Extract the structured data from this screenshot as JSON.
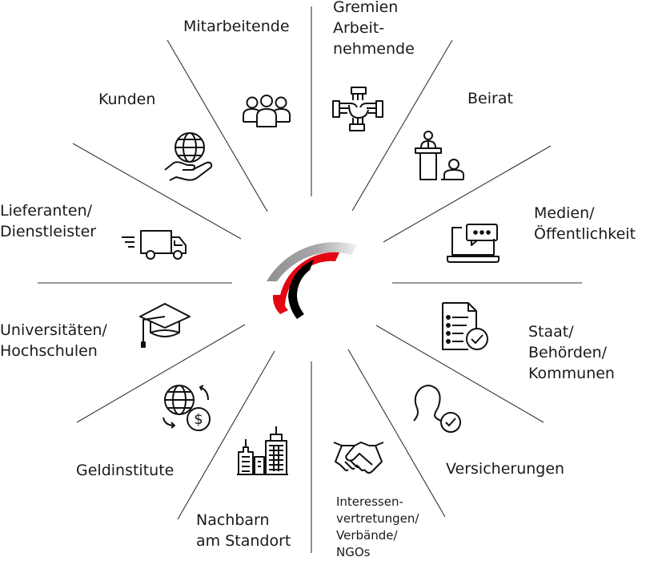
{
  "stakeholders": {
    "mitarbeitende": "Mitarbeitende",
    "gremien": "Gremien\nArbeit-\nnehmende",
    "beirat": "Beirat",
    "medien": "Medien/\nÖffentlichkeit",
    "staat": "Staat/\nBehörden/\nKommunen",
    "versicherungen": "Versicherungen",
    "interessen": "Interessen-\nvertretungen/\nVerbände/\nNGOs",
    "nachbarn": "Nachbarn\nam Standort",
    "geldinstitute": "Geldinstitute",
    "universitaeten": "Universitäten/\nHochschulen",
    "lieferanten": "Lieferanten/\nDienstleister",
    "kunden": "Kunden"
  },
  "icons": {
    "mitarbeitende": "people-group-icon",
    "gremien": "stacked-hands-icon",
    "beirat": "speaker-podium-icon",
    "medien": "laptop-chat-icon",
    "staat": "checklist-document-icon",
    "versicherungen": "person-checkmark-icon",
    "interessen": "handshake-icon",
    "nachbarn": "city-buildings-icon",
    "geldinstitute": "globe-dollar-exchange-icon",
    "universitaeten": "graduation-cap-icon",
    "lieferanten": "delivery-truck-icon",
    "kunden": "hand-globe-icon"
  },
  "colors": {
    "accent": "#e30613",
    "logo_gray": "#9d9d9d",
    "black": "#000000",
    "line": "#333333"
  }
}
